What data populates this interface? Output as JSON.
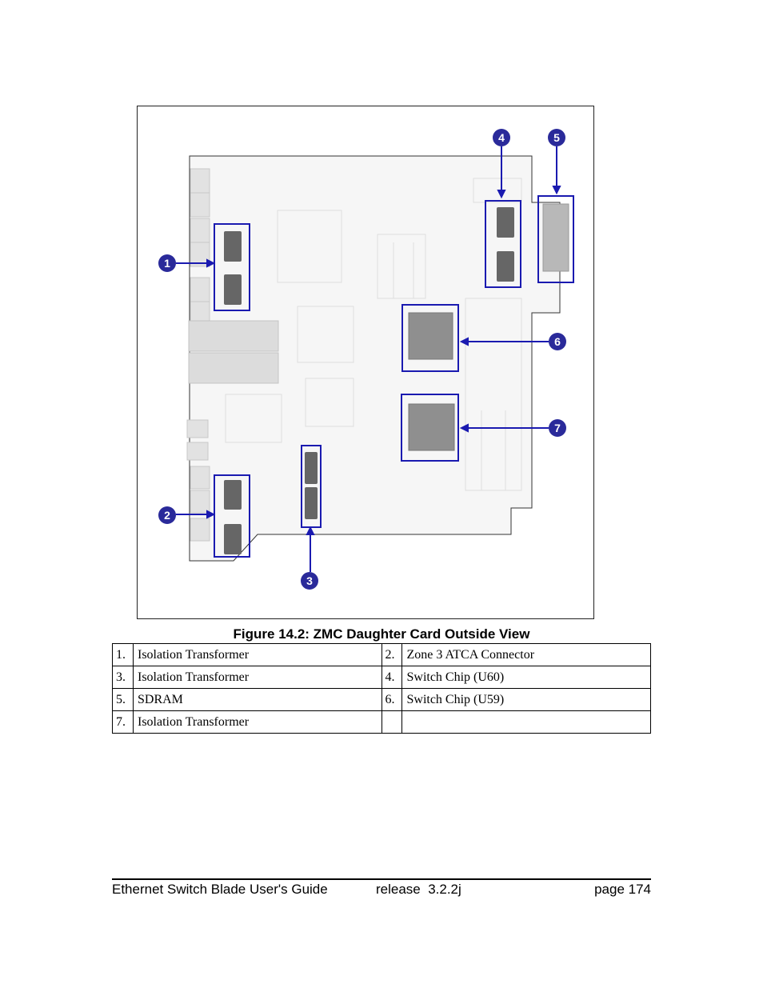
{
  "figure": {
    "caption": "Figure 14.2: ZMC Daughter Card Outside View",
    "callouts": [
      "1",
      "2",
      "3",
      "4",
      "5",
      "6",
      "7"
    ],
    "colors": {
      "callout": "#2a2a9a",
      "highlight": "#1a1ab0",
      "chip": "#6a6a6a",
      "board": "#f4f4f4"
    }
  },
  "legend": {
    "rows": [
      [
        {
          "num": "1.",
          "label": "Isolation Transformer"
        },
        {
          "num": "2.",
          "label": "Zone 3 ATCA Connector"
        }
      ],
      [
        {
          "num": "3.",
          "label": "Isolation Transformer"
        },
        {
          "num": "4.",
          "label": "Switch Chip (U60)"
        }
      ],
      [
        {
          "num": "5.",
          "label": "SDRAM"
        },
        {
          "num": "6.",
          "label": "Switch Chip (U59)"
        }
      ],
      [
        {
          "num": "7.",
          "label": "Isolation Transformer"
        },
        {
          "num": "",
          "label": ""
        }
      ]
    ]
  },
  "footer": {
    "title": "Ethernet Switch Blade User's Guide",
    "release": "release  3.2.2j",
    "page": "page 174"
  }
}
